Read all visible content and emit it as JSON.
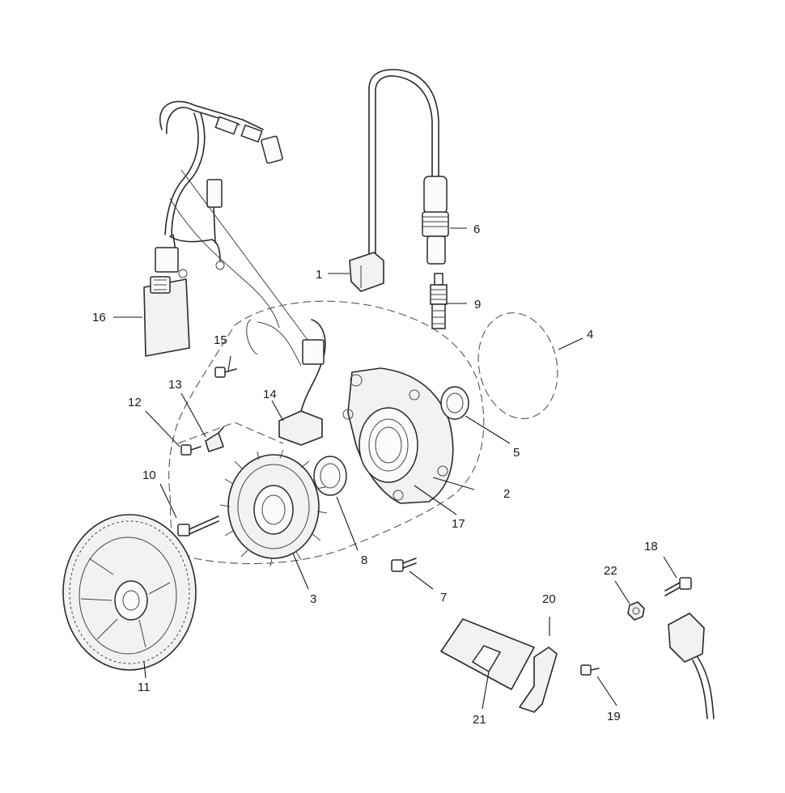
{
  "diagram": {
    "callouts": [
      {
        "id": "1",
        "label": "1",
        "part": "ignition-coil"
      },
      {
        "id": "2",
        "label": "2",
        "part": "magneto-cover"
      },
      {
        "id": "3",
        "label": "3",
        "part": "stator"
      },
      {
        "id": "4",
        "label": "4",
        "part": "cover-gasket"
      },
      {
        "id": "5",
        "label": "5",
        "part": "bushing"
      },
      {
        "id": "6",
        "label": "6",
        "part": "spark-plug-cap"
      },
      {
        "id": "7",
        "label": "7",
        "part": "cover-bolt"
      },
      {
        "id": "8",
        "label": "8",
        "part": "oil-seal"
      },
      {
        "id": "9",
        "label": "9",
        "part": "spark-plug"
      },
      {
        "id": "10",
        "label": "10",
        "part": "flywheel-bolt"
      },
      {
        "id": "11",
        "label": "11",
        "part": "flywheel"
      },
      {
        "id": "12",
        "label": "12",
        "part": "clamp-screw"
      },
      {
        "id": "13",
        "label": "13",
        "part": "wire-clamp"
      },
      {
        "id": "14",
        "label": "14",
        "part": "pickup-sensor"
      },
      {
        "id": "15",
        "label": "15",
        "part": "ground-screw"
      },
      {
        "id": "16",
        "label": "16",
        "part": "cdi-unit"
      },
      {
        "id": "17",
        "label": "17",
        "part": "cover-plate"
      },
      {
        "id": "18",
        "label": "18",
        "part": "rectifier-bolt"
      },
      {
        "id": "19",
        "label": "19",
        "part": "bracket-screw"
      },
      {
        "id": "20",
        "label": "20",
        "part": "bracket"
      },
      {
        "id": "21",
        "label": "21",
        "part": "voltage-regulator"
      },
      {
        "id": "22",
        "label": "22",
        "part": "nut"
      }
    ]
  }
}
